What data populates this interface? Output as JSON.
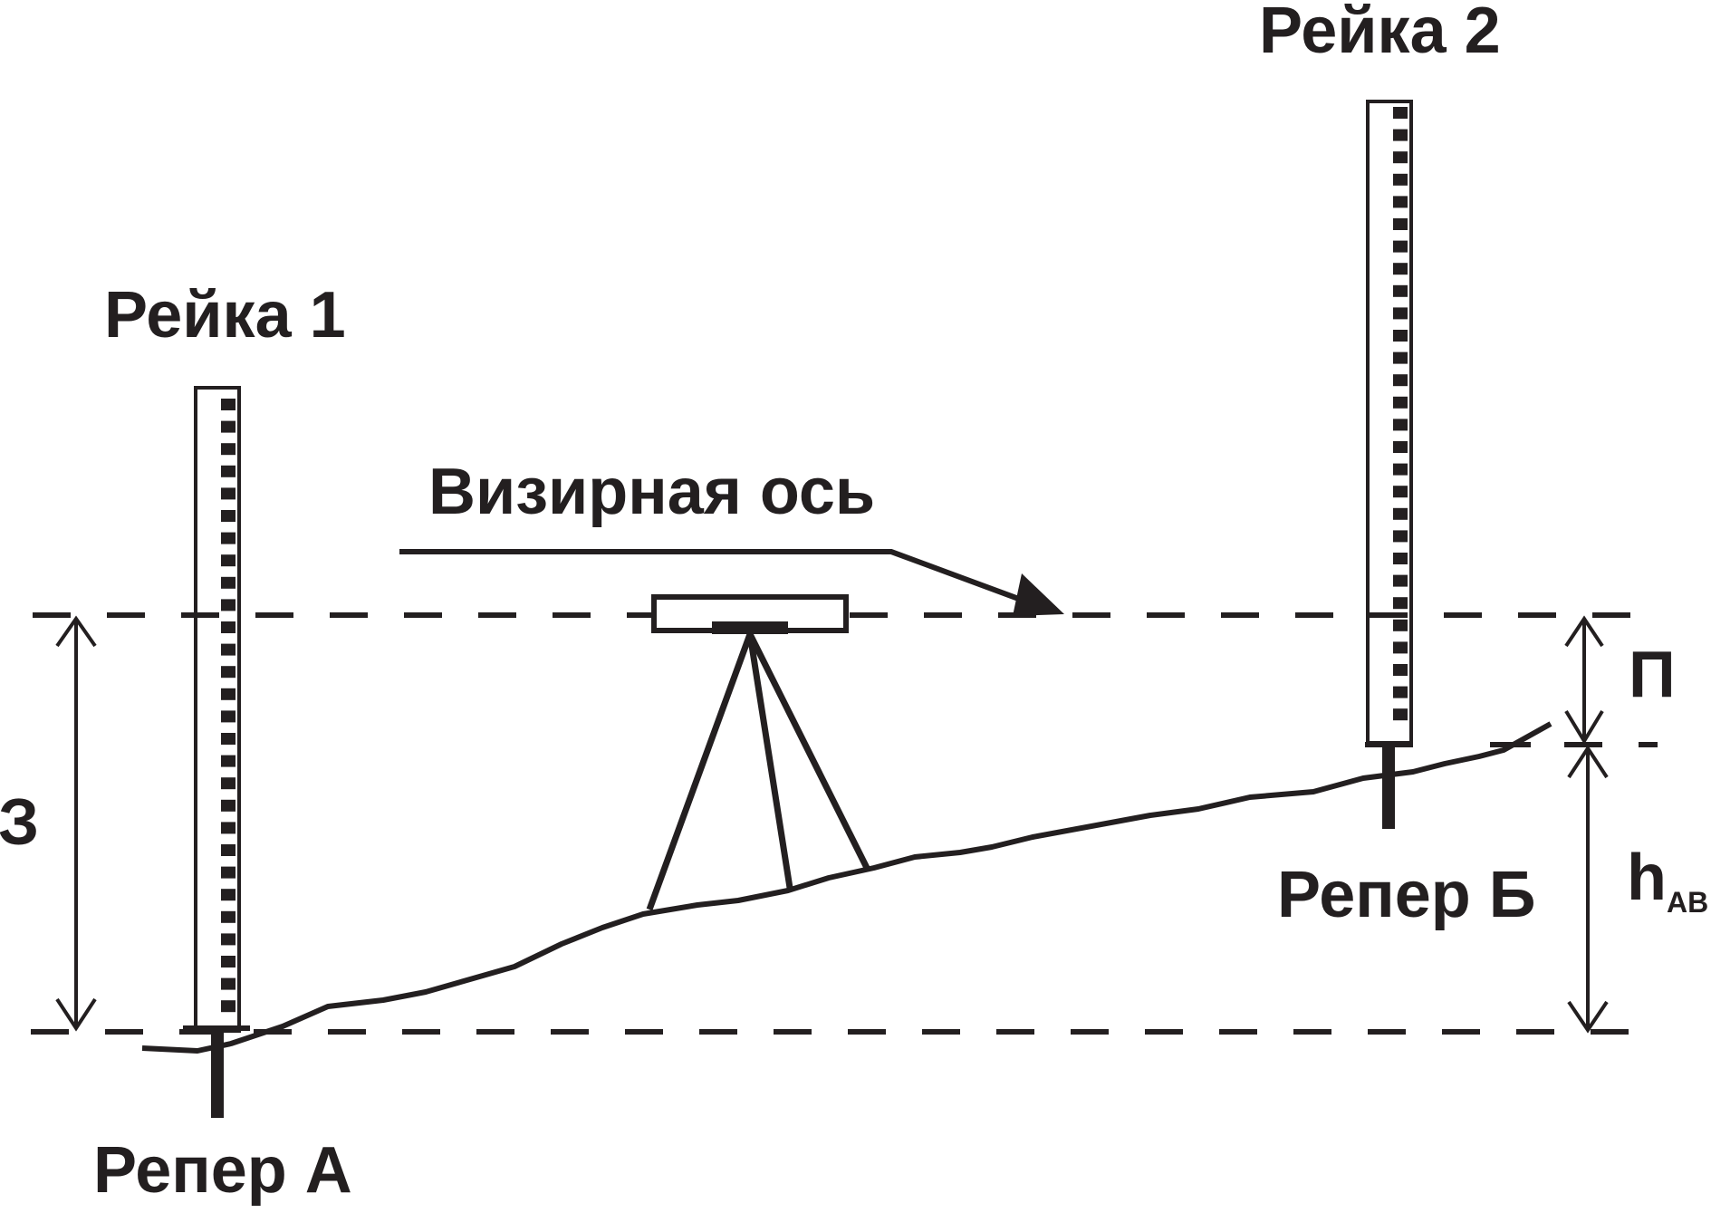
{
  "labels": {
    "staff1": "Рейка 1",
    "staff2": "Рейка 2",
    "sight_axis": "Визирная ось",
    "benchmark_a": "Репер А",
    "benchmark_b": "Репер Б",
    "dim_z": "З",
    "dim_p": "П",
    "dim_h": "h",
    "dim_h_sub": "АВ"
  },
  "colors": {
    "ink": "#231f20",
    "background": "#ffffff"
  }
}
